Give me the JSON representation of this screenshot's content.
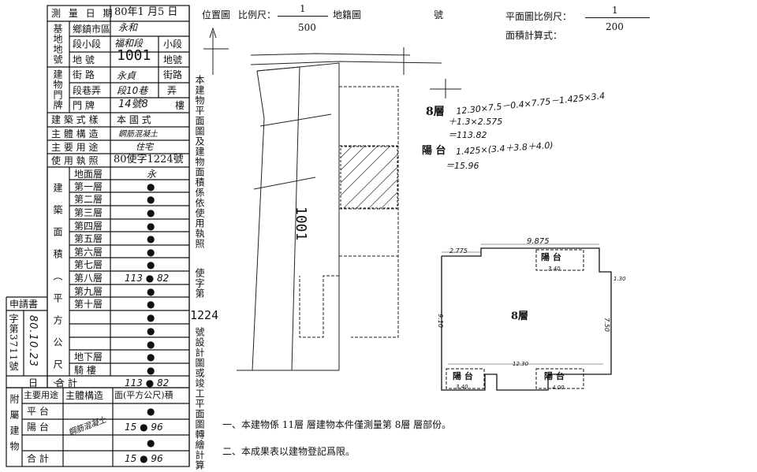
{
  "form": {
    "survey_date_label": "測 量 日 期",
    "survey_date_value": "80年1 月5 日",
    "base_label": "基地地號",
    "town_label": "鄉鎮市區",
    "town_value": "永和",
    "section_label": "段小段",
    "section_value": "福和段",
    "subsection_label": "小段",
    "lot_label": "地 號",
    "lot_value": "1001",
    "lot_suffix": "地號",
    "bldg_addr_label": "建物門牌",
    "street_label": "街 路",
    "street_value": "永貞",
    "street_suffix": "街路",
    "lane_label": "段巷弄",
    "lane_value": "段10巷",
    "lane_suffix": "弄",
    "doorno_label": "門 牌",
    "doorno_value": "14號8",
    "doorno_suffix": "樓",
    "style_label": "建 築 式 樣",
    "style_value": "本 國 式",
    "structure_label": "主 體 構 造",
    "structure_value": "鋼筋混凝土",
    "use_label": "主 要 用 途",
    "use_value": "住宅",
    "permit_label": "使 用 執 照",
    "permit_value": "80使字1224號",
    "floors_group_label": "建築面積（平方公尺）",
    "floors": [
      {
        "name": "地面層",
        "value": "永"
      },
      {
        "name": "第一層",
        "value": "●"
      },
      {
        "name": "第二層",
        "value": "●"
      },
      {
        "name": "第三層",
        "value": "●"
      },
      {
        "name": "第四層",
        "value": "●"
      },
      {
        "name": "第五層",
        "value": "●"
      },
      {
        "name": "第六層",
        "value": "●"
      },
      {
        "name": "第七層",
        "value": "●"
      },
      {
        "name": "第八層",
        "value": "113 ● 82"
      },
      {
        "name": "第九層",
        "value": "●"
      },
      {
        "name": "第十層",
        "value": "●"
      },
      {
        "name": "",
        "value": "●"
      },
      {
        "name": "",
        "value": "●"
      },
      {
        "name": "",
        "value": "●"
      },
      {
        "name": "地下層",
        "value": "●"
      },
      {
        "name": "騎 樓",
        "value": "●"
      },
      {
        "name": "合 計",
        "value": "113 ● 82"
      }
    ],
    "application_label": "申請書",
    "application_date": "80.10.23",
    "application_no_label": "字第3711號",
    "application_day_label": "日",
    "annex_label": "附屬建物",
    "annex_headers": [
      "主要用途",
      "主體構造",
      "面(平方公尺)積"
    ],
    "annex_rows": [
      {
        "use": "平 台",
        "structure": "",
        "area": "●"
      },
      {
        "use": "陽 台",
        "structure": "鋼筋混凝土",
        "area": "15 ● 96"
      },
      {
        "use": "",
        "structure": "",
        "area": "●"
      },
      {
        "use": "合 計",
        "structure": "",
        "area": "15 ● 96"
      }
    ]
  },
  "vertical_note": "本建物平面圖及建物面積係依使用執照 80 使字第1224號設計圖或竣工平面圖轉繪計算",
  "vertical_note_part1": "本建物平面圖及建物面積係依使用執照",
  "vertical_note_part2": "使字第",
  "vertical_note_num": "1224",
  "vertical_note_part3": "號設計圖或竣工平面圖轉繪計算",
  "header": {
    "location_label": "位置圖",
    "scale_label": "比例尺：",
    "scale_num": "1",
    "scale_den": "500",
    "cadastral_label": "地籍圖",
    "no_label": "號",
    "plan_scale_label": "平面圖比例尺：",
    "plan_scale_num": "1",
    "plan_scale_den": "200",
    "area_formula_label": "面積計算式："
  },
  "calc": {
    "floor_label": "8層",
    "line1": "12.30×7.5－0.4×7.75－1.425×3.4",
    "line2": "＋1.3×2.575",
    "line3": "＝113.82",
    "balcony_label": "陽 台",
    "line4": "1.425×(3.4＋3.8＋4.0)",
    "line5": "＝15.96"
  },
  "site_map": {
    "lot_number": "1001"
  },
  "plan": {
    "floor_label": "8層",
    "balcony_top": "陽 台",
    "balcony_bl": "陽 台",
    "balcony_br": "陽 台",
    "dim_top": "9.875",
    "dim_left_top": "2.775",
    "dim_bottom": "12.30",
    "dim_left": "9.10",
    "dim_right": "7.50",
    "dim_bal_top": "3.40",
    "dim_bal_bl": "3.40",
    "dim_bal_br": "4.00",
    "dim_right_small": "1.30"
  },
  "notes": {
    "note1": "一、本建物係 11層 層建物本件僅測量第 8層 層部份。",
    "note2": "二、本成果表以建物登記爲限。"
  }
}
